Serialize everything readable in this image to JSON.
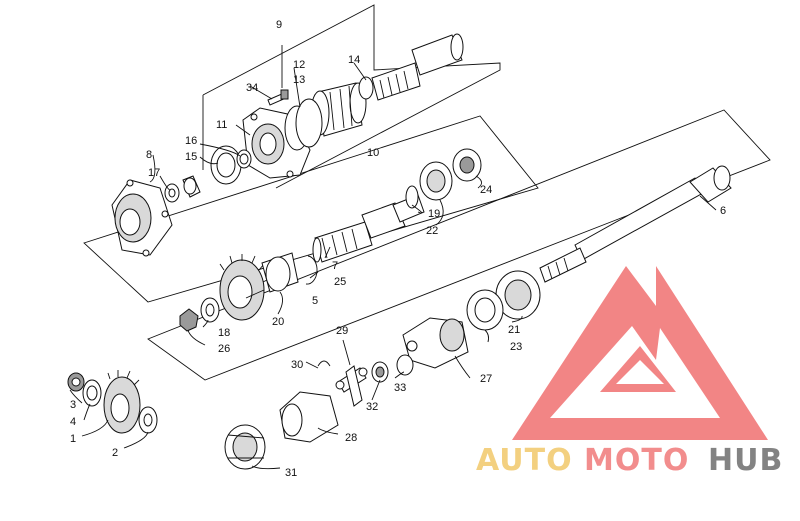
{
  "diagram": {
    "callouts": [
      {
        "id": "c1",
        "label": "1"
      },
      {
        "id": "c2",
        "label": "2"
      },
      {
        "id": "c3",
        "label": "3"
      },
      {
        "id": "c4",
        "label": "4"
      },
      {
        "id": "c5",
        "label": "5"
      },
      {
        "id": "c6",
        "label": "6"
      },
      {
        "id": "c7",
        "label": "7"
      },
      {
        "id": "c8",
        "label": "8"
      },
      {
        "id": "c9",
        "label": "9"
      },
      {
        "id": "c10",
        "label": "10"
      },
      {
        "id": "c11",
        "label": "11"
      },
      {
        "id": "c12",
        "label": "12"
      },
      {
        "id": "c13",
        "label": "13"
      },
      {
        "id": "c14",
        "label": "14"
      },
      {
        "id": "c15",
        "label": "15"
      },
      {
        "id": "c16",
        "label": "16"
      },
      {
        "id": "c17",
        "label": "17"
      },
      {
        "id": "c18",
        "label": "18"
      },
      {
        "id": "c19",
        "label": "19"
      },
      {
        "id": "c20",
        "label": "20"
      },
      {
        "id": "c21",
        "label": "21"
      },
      {
        "id": "c22",
        "label": "22"
      },
      {
        "id": "c23",
        "label": "23"
      },
      {
        "id": "c24",
        "label": "24"
      },
      {
        "id": "c25",
        "label": "25"
      },
      {
        "id": "c26",
        "label": "26"
      },
      {
        "id": "c27",
        "label": "27"
      },
      {
        "id": "c28",
        "label": "28"
      },
      {
        "id": "c29",
        "label": "29"
      },
      {
        "id": "c30",
        "label": "30"
      },
      {
        "id": "c31",
        "label": "31"
      },
      {
        "id": "c32",
        "label": "32"
      },
      {
        "id": "c33",
        "label": "33"
      },
      {
        "id": "c34",
        "label": "34"
      }
    ]
  },
  "watermark": {
    "word_a": "AUTO",
    "word_b": "MOTO",
    "word_c": "HUB",
    "colors": {
      "logo": "#f07070",
      "auto": "#f2c86a",
      "moto": "#f07a7a",
      "hub": "#6e6e6e"
    }
  }
}
